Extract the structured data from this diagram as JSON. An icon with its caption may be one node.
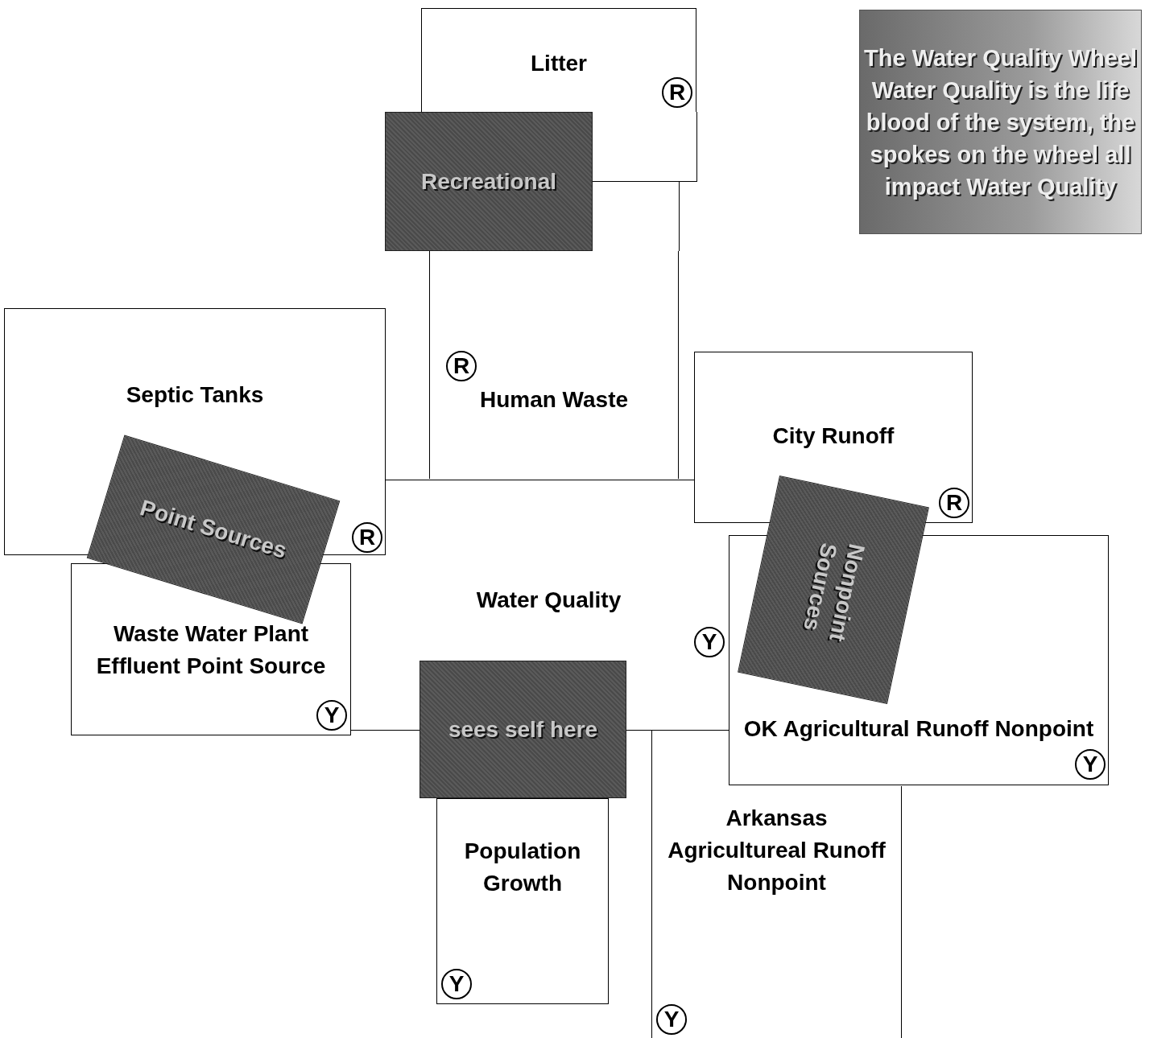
{
  "diagram": {
    "nodes": [
      {
        "text": [
          "Litter"
        ]
      },
      {
        "text": [
          "Recreational"
        ]
      },
      {
        "text": [
          "R"
        ],
        "in": 0
      },
      {
        "text": [
          "Septic Tanks"
        ]
      },
      {
        "text": [
          "Human Waste"
        ]
      },
      {
        "text": [
          "R"
        ],
        "in": 4
      },
      {
        "text": [
          "City Runoff"
        ]
      },
      {
        "text": [
          "R"
        ],
        "in": 6
      },
      {
        "text": [
          "Point Sources"
        ]
      },
      {
        "text": [
          "R"
        ],
        "in": 3
      },
      {
        "text": [
          "Water Quality"
        ]
      },
      {
        "text": [
          "Waste Water Plant Effluent Point Source"
        ]
      },
      {
        "text": [
          "Y"
        ],
        "in": 11
      },
      {
        "text": [
          "Nonpoint Sources"
        ]
      },
      {
        "text": [
          "OK Agricultural Runoff Nonpoint"
        ]
      },
      {
        "text": [
          "Y"
        ],
        "in": 10
      },
      {
        "text": [
          "Y"
        ],
        "in": 14
      },
      {
        "text": [
          "sees self here"
        ]
      },
      {
        "text": [
          "Population Growth"
        ]
      },
      {
        "text": [
          "Y"
        ],
        "in": 18
      },
      {
        "text": [
          "Arkansas Agricultureal Runoff Nonpoint"
        ]
      },
      {
        "text": [
          "Y"
        ],
        "in": 20
      },
      {
        "text": [
          "The Water Quality Wheel",
          "Water Quality is the life blood of the system, the spokes on the wheel all impact Water Quality"
        ]
      }
    ],
    "edges": []
  }
}
